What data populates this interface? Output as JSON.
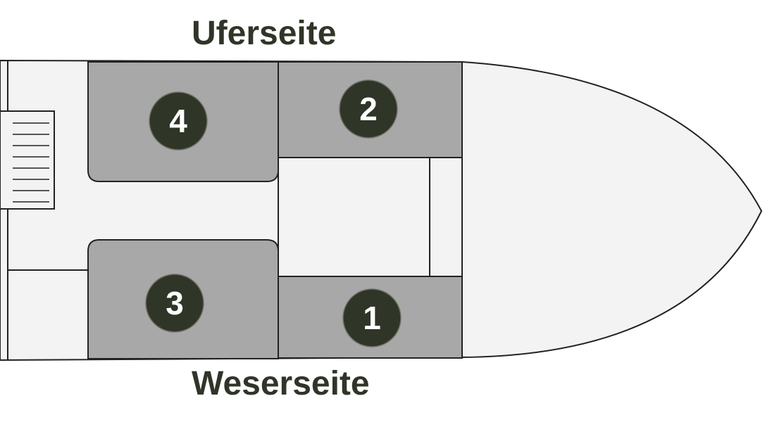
{
  "labels": {
    "top": "Uferseite",
    "bottom": "Weserseite"
  },
  "tables": [
    {
      "number": "1"
    },
    {
      "number": "2"
    },
    {
      "number": "3"
    },
    {
      "number": "4"
    }
  ],
  "colors": {
    "deck": "#f3f3f3",
    "table_area": "#a8a8a8",
    "badge": "#2f3527",
    "outline": "#222222",
    "label_text": "#2f3527"
  }
}
